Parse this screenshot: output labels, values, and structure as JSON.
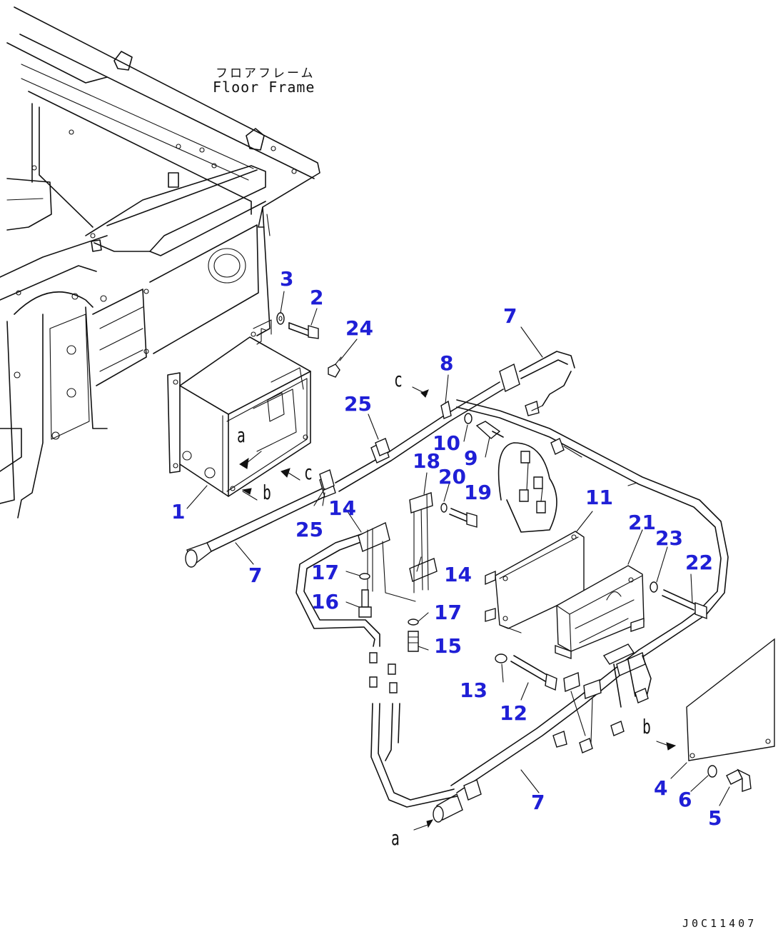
{
  "frame_label": {
    "japanese": "フロアフレーム",
    "english": "Floor Frame"
  },
  "document_id": "J0C11407",
  "callouts": {
    "p1": "1",
    "p2": "2",
    "p3": "3",
    "p4": "4",
    "p5": "5",
    "p6": "6",
    "p7": "7",
    "p8": "8",
    "p9": "9",
    "p10": "10",
    "p11": "11",
    "p12": "12",
    "p13": "13",
    "p14": "14",
    "p15": "15",
    "p16": "16",
    "p17": "17",
    "p18": "18",
    "p19": "19",
    "p20": "20",
    "p21": "21",
    "p22": "22",
    "p23": "23",
    "p24": "24",
    "p25": "25"
  },
  "connection_refs": {
    "a": "a",
    "b": "b",
    "c": "c"
  },
  "colors": {
    "callout": "#1f1fd6",
    "line": "#111111"
  }
}
